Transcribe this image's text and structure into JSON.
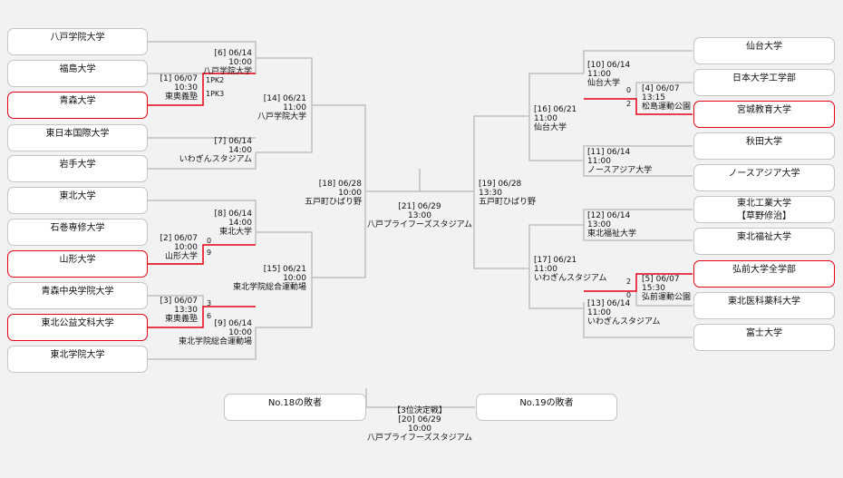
{
  "colors": {
    "line": "#c0c0c0",
    "winner": "#e60012"
  },
  "teams": {
    "L1": "八戸学院大学",
    "L2": "福島大学",
    "L3": "青森大学",
    "L4": "東日本国際大学",
    "L5": "岩手大学",
    "L6": "東北大学",
    "L7": "石巻専修大学",
    "L8": "山形大学",
    "L9": "青森中央学院大学",
    "L10": "東北公益文科大学",
    "L11": "東北学院大学",
    "R1": "仙台大学",
    "R2": "日本大学工学部",
    "R3": "宮城教育大学",
    "R4": "秋田大学",
    "R5": "ノースアジア大学",
    "R6": "東北工業大学\n【草野修治】",
    "R7": "東北福祉大学",
    "R8": "弘前大学全学部",
    "R9": "東北医科薬科大学",
    "R10": "富士大学",
    "T18": "No.18の敗者",
    "T19": "No.19の敗者"
  },
  "games": {
    "g1": [
      "[1] 06/07",
      "10:30",
      "東奥義塾"
    ],
    "g2": [
      "[2] 06/07",
      "10:00",
      "山形大学"
    ],
    "g3": [
      "[3] 06/07",
      "13:30",
      "東奥義塾"
    ],
    "g4": [
      "[4] 06/07",
      "13:15",
      "松島運動公園"
    ],
    "g5": [
      "[5] 06/07",
      "15:30",
      "弘前運動公園"
    ],
    "g6": [
      "[6] 06/14",
      "10:00",
      "八戸学院大学"
    ],
    "g7": [
      "[7] 06/14",
      "14:00",
      "いわぎんスタジアム"
    ],
    "g8": [
      "[8] 06/14",
      "14:00",
      "東北大学"
    ],
    "g9": [
      "[9] 06/14",
      "10:00",
      "東北学院総合運動場"
    ],
    "g10": [
      "[10] 06/14",
      "11:00",
      "仙台大学"
    ],
    "g11": [
      "[11] 06/14",
      "11:00",
      "ノースアジア大学"
    ],
    "g12": [
      "[12] 06/14",
      "13:00",
      "東北福祉大学"
    ],
    "g13": [
      "[13] 06/14",
      "11:00",
      "いわぎんスタジアム"
    ],
    "g14": [
      "[14] 06/21",
      "11:00",
      "八戸学院大学"
    ],
    "g15": [
      "[15] 06/21",
      "10:00",
      "東北学院総合運動場"
    ],
    "g16": [
      "[16] 06/21",
      "11:00",
      "仙台大学"
    ],
    "g17": [
      "[17] 06/21",
      "11:00",
      "いわぎんスタジアム"
    ],
    "g18": [
      "[18] 06/28",
      "10:00",
      "五戸町ひばり野"
    ],
    "g19": [
      "[19] 06/28",
      "13:30",
      "五戸町ひばり野"
    ],
    "g21": [
      "[21] 06/29",
      "13:00",
      "八戸プライフーズスタジアム"
    ],
    "g20": [
      "【3位決定戦】",
      "[20] 06/29",
      "10:00",
      "八戸プライフーズスタジアム"
    ]
  },
  "scores": {
    "g6_top": "1PK2",
    "g6_bot": "1PK3",
    "g2_top": "0",
    "g2_bot": "9",
    "g3_top": "3",
    "g3_bot": "6",
    "g4_top": "0",
    "g4_bot": "2",
    "g5_top": "2",
    "g5_bot": "0"
  }
}
